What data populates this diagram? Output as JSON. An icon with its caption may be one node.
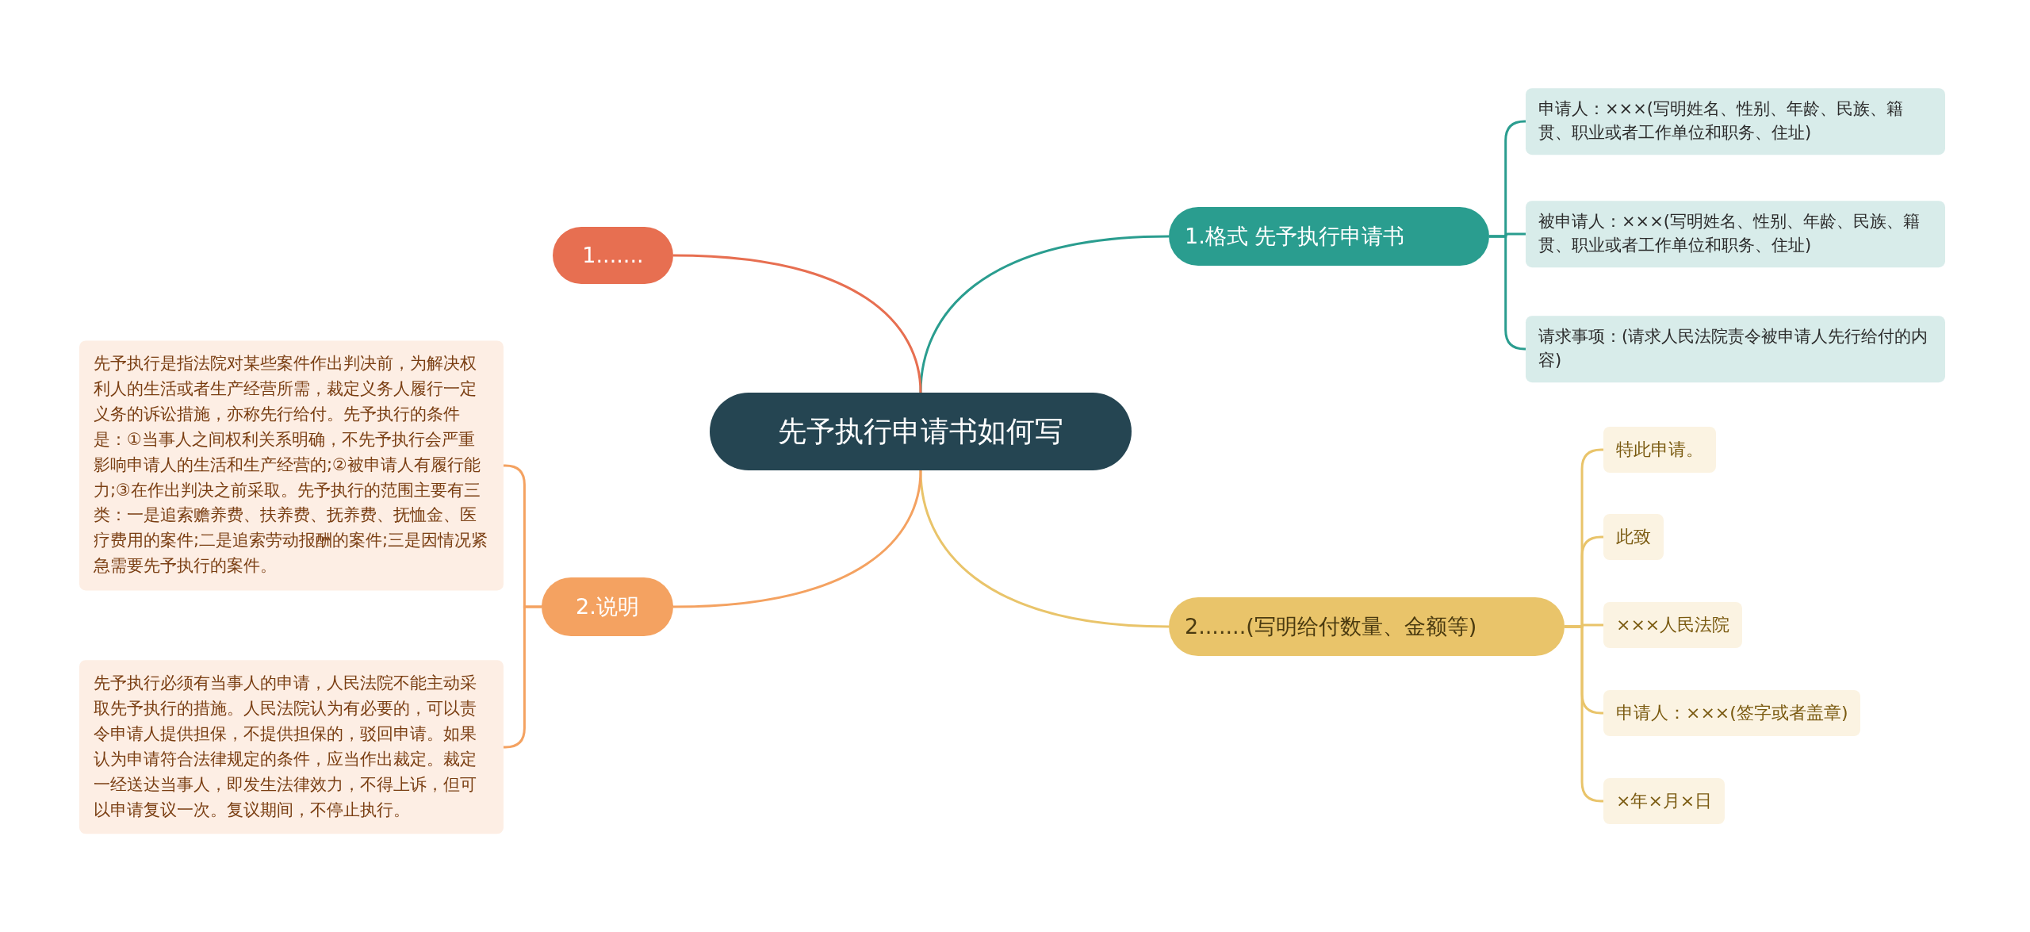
{
  "diagram": {
    "nodes": [
      {
        "text": [
          "先予执行申请书如何写"
        ]
      },
      {
        "text": [
          "1.格式 先予执行申请书"
        ]
      },
      {
        "text": [
          "申请人：×××(写明姓名、性别、年龄、民族、籍贯、职业或者工作单位和职务、住址)"
        ]
      },
      {
        "text": [
          "被申请人：×××(写明姓名、性别、年龄、民族、籍贯、职业或者工作单位和职务、住址)"
        ]
      },
      {
        "text": [
          "请求事项：(请求人民法院责令被申请人先行给付的内容)"
        ]
      },
      {
        "text": [
          "2.......(写明给付数量、金额等)"
        ]
      },
      {
        "text": [
          "特此申请。"
        ]
      },
      {
        "text": [
          "此致"
        ]
      },
      {
        "text": [
          "×××人民法院"
        ]
      },
      {
        "text": [
          "申请人：×××(签字或者盖章)"
        ]
      },
      {
        "text": [
          "×年×月×日"
        ]
      },
      {
        "text": [
          "1......."
        ]
      },
      {
        "text": [
          "2.说明"
        ]
      },
      {
        "text": [
          "先予执行是指法院对某些案件作出判决前，为解决权利人的生活或者生产经营所需，裁定义务人履行一定义务的诉讼措施，亦称先行给付。先予执行的条件是：①当事人之间权利关系明确，不先予执行会严重影响申请人的生活和生产经营的;②被申请人有履行能力;③在作出判决之前采取。先予执行的范围主要有三类：一是追索赡养费、扶养费、抚养费、抚恤金、医疗费用的案件;二是追索劳动报酬的案件;三是因情况紧急需要先予执行的案件。"
        ]
      },
      {
        "text": [
          "先予执行必须有当事人的申请，人民法院不能主动采取先予执行的措施。人民法院认为有必要的，可以责令申请人提供担保，不提供担保的，驳回申请。如果认为申请符合法律规定的条件，应当作出裁定。裁定一经送达当事人，即发生法律效力，不得上诉，但可以申请复议一次。复议期间，不停止执行。"
        ]
      }
    ],
    "edges": [
      {
        "from": 0,
        "to": 1,
        "arrow": "none",
        "color": "#2a9d8f"
      },
      {
        "from": 1,
        "to": 2,
        "arrow": "none",
        "color": "#2a9d8f"
      },
      {
        "from": 1,
        "to": 3,
        "arrow": "none",
        "color": "#2a9d8f"
      },
      {
        "from": 1,
        "to": 4,
        "arrow": "none",
        "color": "#2a9d8f"
      },
      {
        "from": 0,
        "to": 5,
        "arrow": "none"
      },
      {
        "from": 5,
        "to": 6,
        "arrow": "none"
      },
      {
        "from": 5,
        "to": 7,
        "arrow": "none"
      },
      {
        "from": 5,
        "to": 8,
        "arrow": "none"
      },
      {
        "from": 5,
        "to": 9,
        "arrow": "none"
      },
      {
        "from": 5,
        "to": 10,
        "arrow": "none"
      },
      {
        "from": 0,
        "to": 11,
        "arrow": "none",
        "color": "#e76f51"
      },
      {
        "from": 0,
        "to": 12,
        "arrow": "none",
        "color": "#f4a261"
      },
      {
        "from": 12,
        "to": 13,
        "arrow": "none",
        "color": "#f4a261"
      },
      {
        "from": 12,
        "to": 14,
        "arrow": "none",
        "color": "#f4a261"
      }
    ]
  }
}
